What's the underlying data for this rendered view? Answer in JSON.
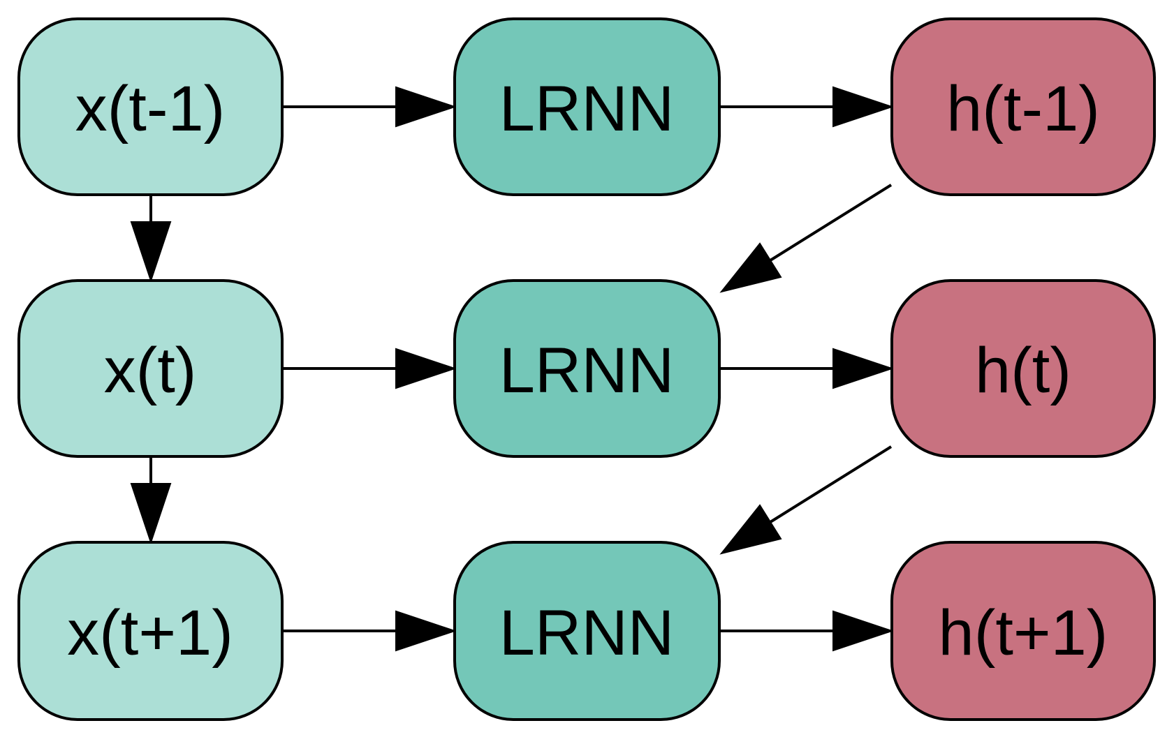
{
  "colors": {
    "input": "#acdfd6",
    "lrnn": "#74c7b8",
    "hidden": "#c87280",
    "stroke": "#000000"
  },
  "nodes": [
    {
      "id": "x_t-1",
      "label": "x(t-1)",
      "kind": "input"
    },
    {
      "id": "lrnn_t-1",
      "label": "LRNN",
      "kind": "lrnn"
    },
    {
      "id": "h_t-1",
      "label": "h(t-1)",
      "kind": "hidden"
    },
    {
      "id": "x_t",
      "label": "x(t)",
      "kind": "input"
    },
    {
      "id": "lrnn_t",
      "label": "LRNN",
      "kind": "lrnn"
    },
    {
      "id": "h_t",
      "label": "h(t)",
      "kind": "hidden"
    },
    {
      "id": "x_t+1",
      "label": "x(t+1)",
      "kind": "input"
    },
    {
      "id": "lrnn_t+1",
      "label": "LRNN",
      "kind": "lrnn"
    },
    {
      "id": "h_t+1",
      "label": "h(t+1)",
      "kind": "hidden"
    }
  ],
  "edges": [
    {
      "from": "x_t-1",
      "to": "lrnn_t-1"
    },
    {
      "from": "lrnn_t-1",
      "to": "h_t-1"
    },
    {
      "from": "x_t-1",
      "to": "x_t"
    },
    {
      "from": "h_t-1",
      "to": "lrnn_t"
    },
    {
      "from": "x_t",
      "to": "lrnn_t"
    },
    {
      "from": "lrnn_t",
      "to": "h_t"
    },
    {
      "from": "x_t",
      "to": "x_t+1"
    },
    {
      "from": "h_t",
      "to": "lrnn_t+1"
    },
    {
      "from": "x_t+1",
      "to": "lrnn_t+1"
    },
    {
      "from": "lrnn_t+1",
      "to": "h_t+1"
    }
  ]
}
